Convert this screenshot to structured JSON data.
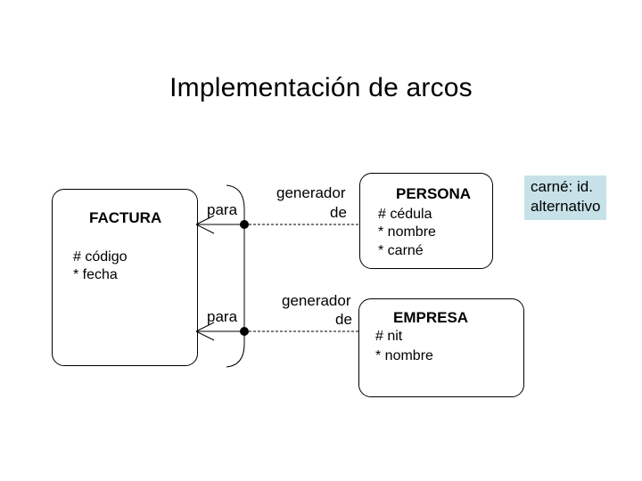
{
  "title": "Implementación de arcos",
  "entities": {
    "factura": {
      "name": "FACTURA",
      "attrs": [
        "# código",
        "* fecha"
      ]
    },
    "persona": {
      "name": "PERSONA",
      "attrs": [
        "# cédula",
        "* nombre",
        "* carné"
      ]
    },
    "empresa": {
      "name": "EMPRESA",
      "attrs": [
        "# nit",
        "* nombre"
      ]
    }
  },
  "relationships": [
    {
      "near_label": "para",
      "far_label_line1": "generador",
      "far_label_line2": "de"
    },
    {
      "near_label": "para",
      "far_label_line1": "generador",
      "far_label_line2": "de"
    }
  ],
  "note": {
    "line1": "carné: id.",
    "line2": "alternativo"
  },
  "colors": {
    "note_bg": "#c6e2e8",
    "line": "#000000"
  }
}
